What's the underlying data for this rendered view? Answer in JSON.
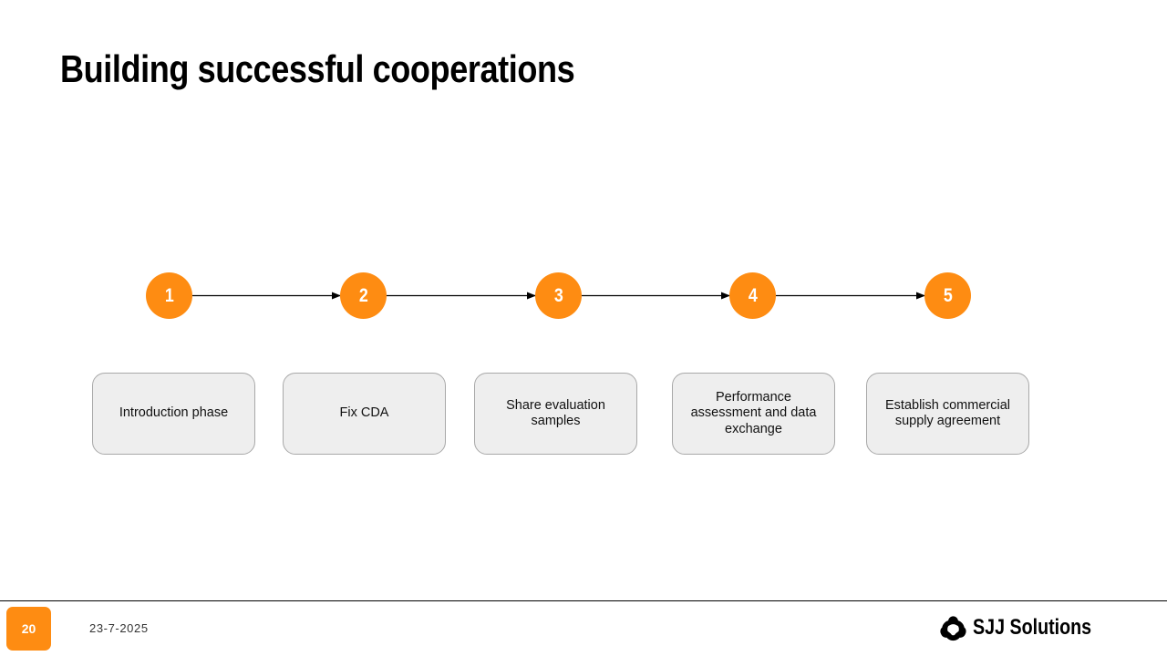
{
  "slide": {
    "title": "Building successful cooperations"
  },
  "process": {
    "accent_color": "#fe8c12",
    "steps": [
      {
        "number": "1",
        "label": "Introduction phase"
      },
      {
        "number": "2",
        "label": "Fix CDA"
      },
      {
        "number": "3",
        "label": "Share evaluation samples"
      },
      {
        "number": "4",
        "label": "Performance assessment and data exchange"
      },
      {
        "number": "5",
        "label": "Establish commercial supply agreement"
      }
    ]
  },
  "footer": {
    "page_number": "20",
    "date": "23-7-2025",
    "brand_name": "SJJ Solutions",
    "brand_icon": "sjj-logo-icon"
  }
}
